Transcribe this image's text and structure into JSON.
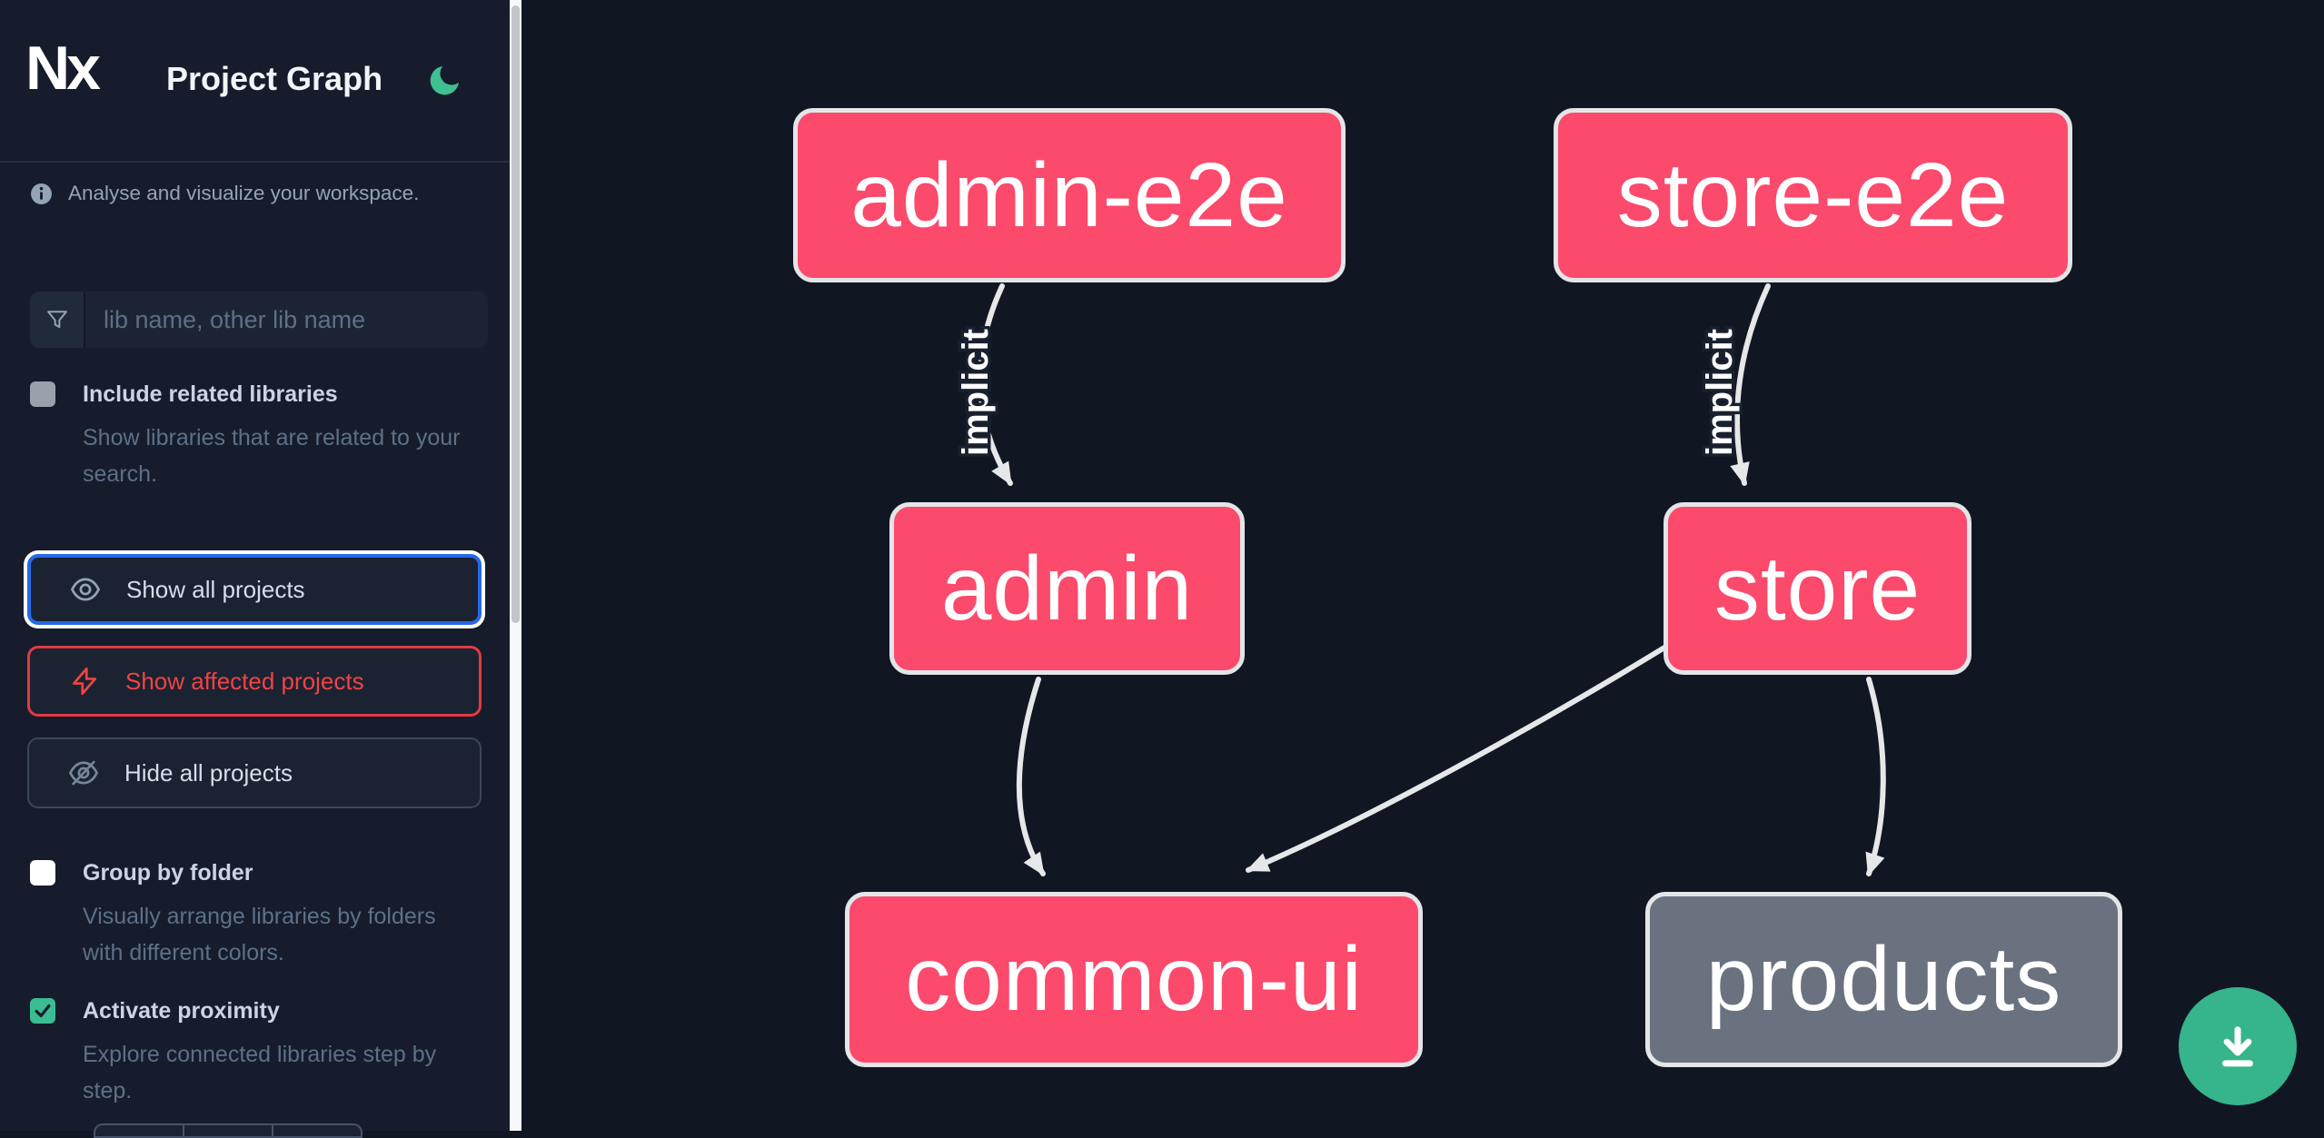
{
  "header": {
    "logo_text": "Nx",
    "app_title": "Project Graph"
  },
  "sidebar": {
    "tagline": "Analyse and visualize your workspace.",
    "search": {
      "placeholder": "lib name, other lib name"
    },
    "toggles": [
      {
        "label": "Include related libraries",
        "description": "Show libraries that are related to your search.",
        "checked": false,
        "disabled": true
      },
      {
        "label": "Group by folder",
        "description": "Visually arrange libraries by folders with different colors.",
        "checked": false
      },
      {
        "label": "Activate proximity",
        "description": "Explore connected libraries step by step.",
        "checked": true
      }
    ],
    "buttons": [
      {
        "label": "Show all projects",
        "icon": "eye-icon",
        "state": "focused"
      },
      {
        "label": "Show affected projects",
        "icon": "bolt-icon",
        "state": "affected"
      },
      {
        "label": "Hide all projects",
        "icon": "eye-off-icon",
        "state": "default"
      }
    ]
  },
  "graph": {
    "nodes": [
      {
        "id": "admin-e2e",
        "label": "admin-e2e",
        "type": "affected"
      },
      {
        "id": "store-e2e",
        "label": "store-e2e",
        "type": "affected"
      },
      {
        "id": "admin",
        "label": "admin",
        "type": "affected"
      },
      {
        "id": "store",
        "label": "store",
        "type": "affected"
      },
      {
        "id": "common-ui",
        "label": "common-ui",
        "type": "affected"
      },
      {
        "id": "products",
        "label": "products",
        "type": "default"
      }
    ],
    "edges": [
      {
        "from": "admin-e2e",
        "to": "admin",
        "label": "implicit"
      },
      {
        "from": "store-e2e",
        "to": "store",
        "label": "implicit"
      },
      {
        "from": "admin",
        "to": "common-ui",
        "label": ""
      },
      {
        "from": "store",
        "to": "common-ui",
        "label": ""
      },
      {
        "from": "store",
        "to": "products",
        "label": ""
      }
    ]
  },
  "colors": {
    "accent_green": "#36b48b",
    "moon_green": "#3ec092",
    "node_affected": "#fb4a6c",
    "node_default": "#6a7280",
    "focus_blue": "#2569e8",
    "danger_red": "#ef4444",
    "edge": "#e6e7e9"
  }
}
